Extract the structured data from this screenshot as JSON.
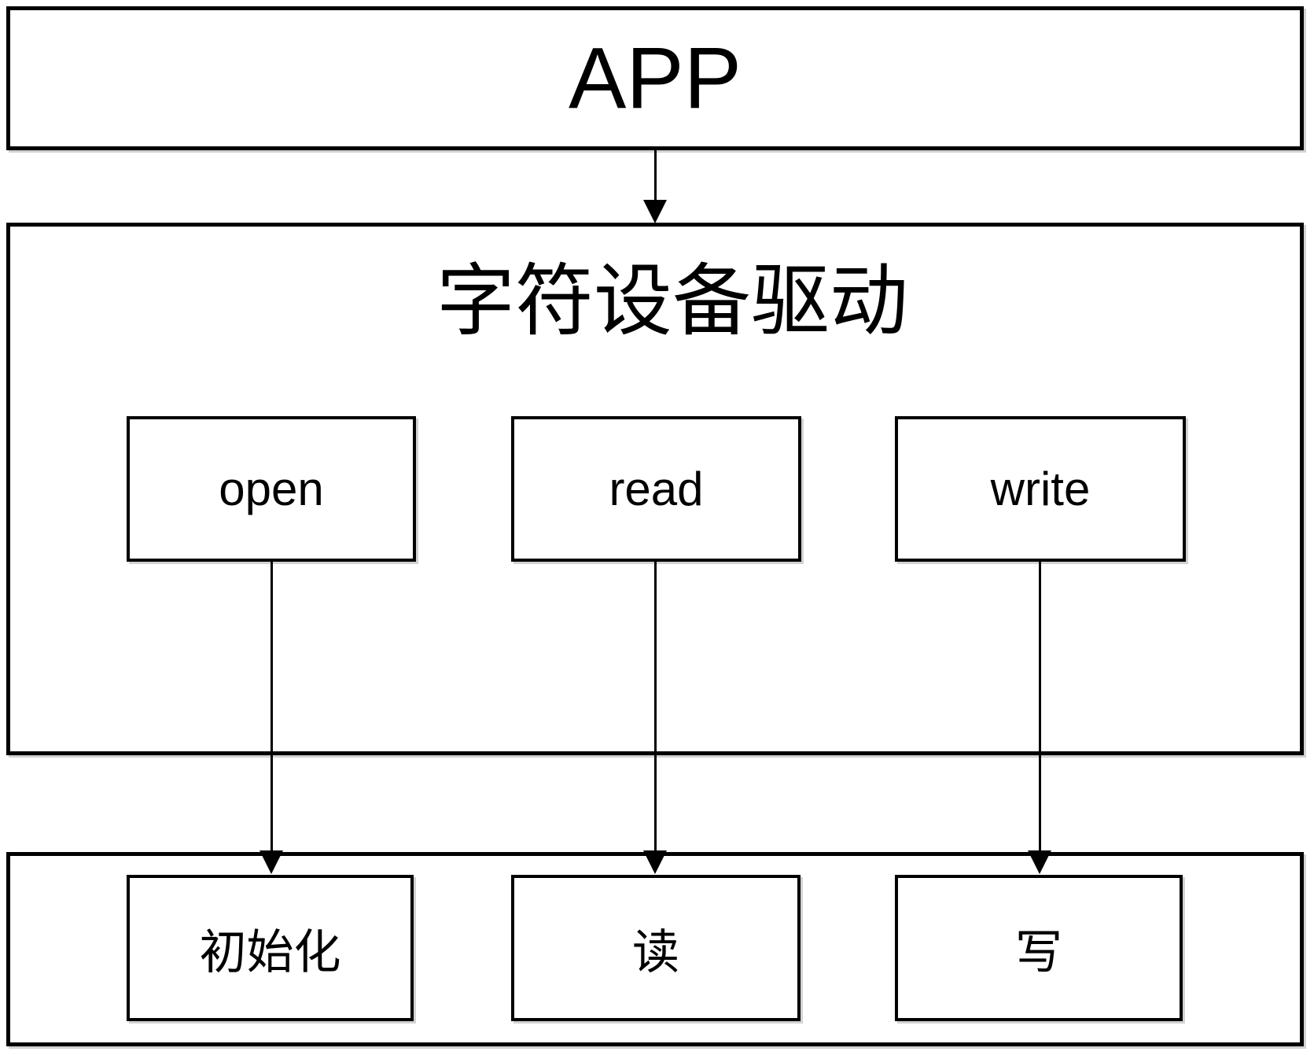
{
  "diagram": {
    "app": {
      "label": "APP"
    },
    "driver": {
      "title": "字符设备驱动",
      "functions": [
        {
          "label": "open"
        },
        {
          "label": "read"
        },
        {
          "label": "write"
        }
      ]
    },
    "hardware": {
      "operations": [
        {
          "label": "初始化"
        },
        {
          "label": "读"
        },
        {
          "label": "写"
        }
      ]
    },
    "arrows": [
      {
        "from": "APP",
        "to": "字符设备驱动"
      },
      {
        "from": "open",
        "to": "初始化"
      },
      {
        "from": "read",
        "to": "读"
      },
      {
        "from": "write",
        "to": "写"
      }
    ],
    "colors": {
      "background": "#ffffff",
      "border": "#000000",
      "shadow": "#d2d2d2",
      "text": "#000000"
    }
  }
}
